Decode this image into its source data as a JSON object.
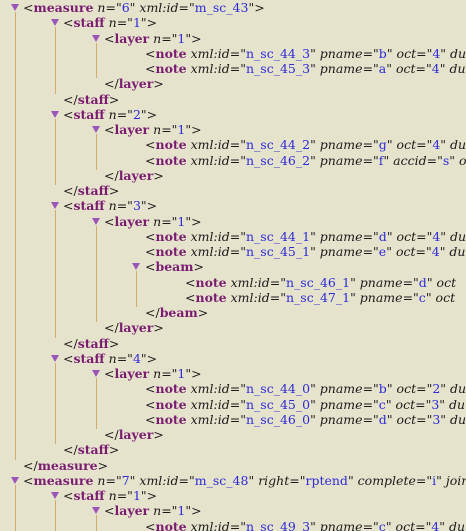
{
  "rows": [
    {
      "lvl": 0,
      "t": true,
      "k": "open",
      "tag": "measure",
      "attrs": [
        {
          "n": "n",
          "v": "6"
        },
        {
          "n": "xml:id",
          "v": "m_sc_43"
        }
      ]
    },
    {
      "lvl": 1,
      "t": true,
      "k": "open",
      "tag": "staff",
      "attrs": [
        {
          "n": "n",
          "v": "1"
        }
      ]
    },
    {
      "lvl": 2,
      "t": true,
      "k": "open",
      "tag": "layer",
      "attrs": [
        {
          "n": "n",
          "v": "1"
        }
      ]
    },
    {
      "lvl": 3,
      "t": false,
      "k": "empty",
      "tag": "note",
      "attrs": [
        {
          "n": "xml:id",
          "v": "n_sc_44_3"
        },
        {
          "n": "pname",
          "v": "b"
        },
        {
          "n": "oct",
          "v": "4"
        },
        {
          "n": "du",
          "v": ""
        }
      ]
    },
    {
      "lvl": 3,
      "t": false,
      "k": "empty",
      "tag": "note",
      "attrs": [
        {
          "n": "xml:id",
          "v": "n_sc_45_3"
        },
        {
          "n": "pname",
          "v": "a"
        },
        {
          "n": "oct",
          "v": "4"
        },
        {
          "n": "du",
          "v": ""
        }
      ]
    },
    {
      "lvl": 2,
      "t": false,
      "k": "close",
      "tag": "layer"
    },
    {
      "lvl": 1,
      "t": false,
      "k": "close",
      "tag": "staff"
    },
    {
      "lvl": 1,
      "t": true,
      "k": "open",
      "tag": "staff",
      "attrs": [
        {
          "n": "n",
          "v": "2"
        }
      ]
    },
    {
      "lvl": 2,
      "t": true,
      "k": "open",
      "tag": "layer",
      "attrs": [
        {
          "n": "n",
          "v": "1"
        }
      ]
    },
    {
      "lvl": 3,
      "t": false,
      "k": "empty",
      "tag": "note",
      "attrs": [
        {
          "n": "xml:id",
          "v": "n_sc_44_2"
        },
        {
          "n": "pname",
          "v": "g"
        },
        {
          "n": "oct",
          "v": "4"
        },
        {
          "n": "du",
          "v": ""
        }
      ]
    },
    {
      "lvl": 3,
      "t": false,
      "k": "empty",
      "tag": "note",
      "attrs": [
        {
          "n": "xml:id",
          "v": "n_sc_46_2"
        },
        {
          "n": "pname",
          "v": "f"
        },
        {
          "n": "accid",
          "v": "s"
        },
        {
          "n": "oc",
          "v": ""
        }
      ]
    },
    {
      "lvl": 2,
      "t": false,
      "k": "close",
      "tag": "layer"
    },
    {
      "lvl": 1,
      "t": false,
      "k": "close",
      "tag": "staff"
    },
    {
      "lvl": 1,
      "t": true,
      "k": "open",
      "tag": "staff",
      "attrs": [
        {
          "n": "n",
          "v": "3"
        }
      ]
    },
    {
      "lvl": 2,
      "t": true,
      "k": "open",
      "tag": "layer",
      "attrs": [
        {
          "n": "n",
          "v": "1"
        }
      ]
    },
    {
      "lvl": 3,
      "t": false,
      "k": "empty",
      "tag": "note",
      "attrs": [
        {
          "n": "xml:id",
          "v": "n_sc_44_1"
        },
        {
          "n": "pname",
          "v": "d"
        },
        {
          "n": "oct",
          "v": "4"
        },
        {
          "n": "du",
          "v": ""
        }
      ]
    },
    {
      "lvl": 3,
      "t": false,
      "k": "empty",
      "tag": "note",
      "attrs": [
        {
          "n": "xml:id",
          "v": "n_sc_45_1"
        },
        {
          "n": "pname",
          "v": "e"
        },
        {
          "n": "oct",
          "v": "4"
        },
        {
          "n": "du",
          "v": ""
        }
      ]
    },
    {
      "lvl": 3,
      "t": true,
      "k": "open",
      "tag": "beam",
      "attrs": []
    },
    {
      "lvl": 4,
      "t": false,
      "k": "empty",
      "tag": "note",
      "attrs": [
        {
          "n": "xml:id",
          "v": "n_sc_46_1"
        },
        {
          "n": "pname",
          "v": "d"
        },
        {
          "n": "oct",
          "v": ""
        }
      ]
    },
    {
      "lvl": 4,
      "t": false,
      "k": "empty",
      "tag": "note",
      "attrs": [
        {
          "n": "xml:id",
          "v": "n_sc_47_1"
        },
        {
          "n": "pname",
          "v": "c"
        },
        {
          "n": "oct",
          "v": ""
        }
      ]
    },
    {
      "lvl": 3,
      "t": false,
      "k": "close",
      "tag": "beam"
    },
    {
      "lvl": 2,
      "t": false,
      "k": "close",
      "tag": "layer"
    },
    {
      "lvl": 1,
      "t": false,
      "k": "close",
      "tag": "staff"
    },
    {
      "lvl": 1,
      "t": true,
      "k": "open",
      "tag": "staff",
      "attrs": [
        {
          "n": "n",
          "v": "4"
        }
      ]
    },
    {
      "lvl": 2,
      "t": true,
      "k": "open",
      "tag": "layer",
      "attrs": [
        {
          "n": "n",
          "v": "1"
        }
      ]
    },
    {
      "lvl": 3,
      "t": false,
      "k": "empty",
      "tag": "note",
      "attrs": [
        {
          "n": "xml:id",
          "v": "n_sc_44_0"
        },
        {
          "n": "pname",
          "v": "b"
        },
        {
          "n": "oct",
          "v": "2"
        },
        {
          "n": "du",
          "v": ""
        }
      ]
    },
    {
      "lvl": 3,
      "t": false,
      "k": "empty",
      "tag": "note",
      "attrs": [
        {
          "n": "xml:id",
          "v": "n_sc_45_0"
        },
        {
          "n": "pname",
          "v": "c"
        },
        {
          "n": "oct",
          "v": "3"
        },
        {
          "n": "du",
          "v": ""
        }
      ]
    },
    {
      "lvl": 3,
      "t": false,
      "k": "empty",
      "tag": "note",
      "attrs": [
        {
          "n": "xml:id",
          "v": "n_sc_46_0"
        },
        {
          "n": "pname",
          "v": "d"
        },
        {
          "n": "oct",
          "v": "3"
        },
        {
          "n": "du",
          "v": ""
        }
      ]
    },
    {
      "lvl": 2,
      "t": false,
      "k": "close",
      "tag": "layer"
    },
    {
      "lvl": 1,
      "t": false,
      "k": "close",
      "tag": "staff"
    },
    {
      "lvl": 0,
      "t": false,
      "k": "close",
      "tag": "measure"
    },
    {
      "lvl": 0,
      "t": true,
      "k": "open",
      "tag": "measure",
      "attrs": [
        {
          "n": "n",
          "v": "7"
        },
        {
          "n": "xml:id",
          "v": "m_sc_48"
        },
        {
          "n": "right",
          "v": "rptend"
        },
        {
          "n": "complete",
          "v": "i"
        },
        {
          "n": "join",
          "v": ""
        }
      ]
    },
    {
      "lvl": 1,
      "t": true,
      "k": "open",
      "tag": "staff",
      "attrs": [
        {
          "n": "n",
          "v": "1"
        }
      ]
    },
    {
      "lvl": 2,
      "t": true,
      "k": "open",
      "tag": "layer",
      "attrs": [
        {
          "n": "n",
          "v": "1"
        }
      ]
    },
    {
      "lvl": 3,
      "t": false,
      "k": "empty",
      "tag": "note",
      "attrs": [
        {
          "n": "xml:id",
          "v": "n_sc_49_3"
        },
        {
          "n": "pname",
          "v": "c"
        },
        {
          "n": "oct",
          "v": "4"
        },
        {
          "n": "du",
          "v": ""
        }
      ]
    }
  ],
  "colors": {
    "background": "#e6e3cd",
    "element": "#7a1d70",
    "attr_name": "#1a1a1a",
    "attr_value": "#2d2bd8",
    "guide_line": "#d2ab72",
    "twisty": "#9b55b8"
  }
}
